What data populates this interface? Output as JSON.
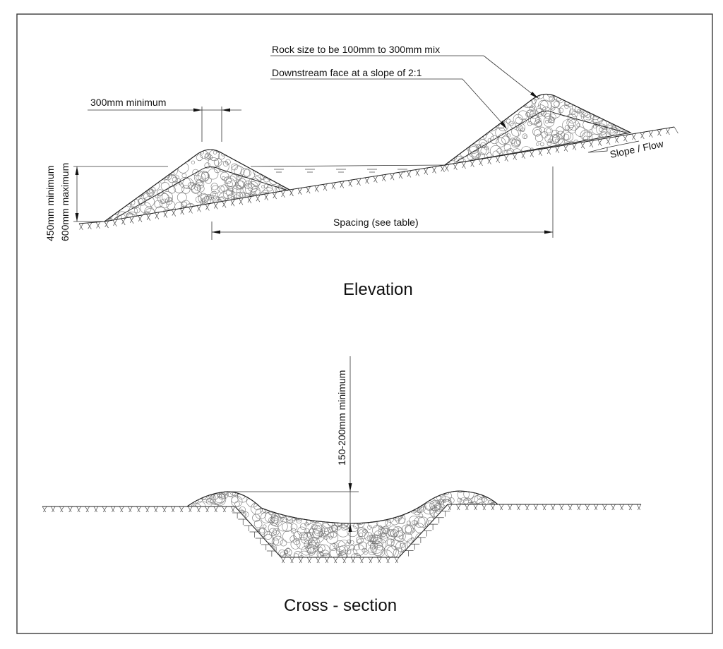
{
  "elevation": {
    "title": "Elevation",
    "annotations": {
      "rock_size": "Rock size to be 100mm to 300mm mix",
      "downstream_face": "Downstream face at a slope of 2:1",
      "crest_width": "300mm minimum",
      "height_min": "450mm minimum",
      "height_max": "600mm maximum",
      "spacing": "Spacing (see table)",
      "slope_flow": "Slope / Flow"
    }
  },
  "cross_section": {
    "title": "Cross - section",
    "annotations": {
      "depth": "150-200mm minimum"
    }
  },
  "colors": {
    "line": "#222222",
    "rock": "#777777",
    "background": "#ffffff"
  }
}
